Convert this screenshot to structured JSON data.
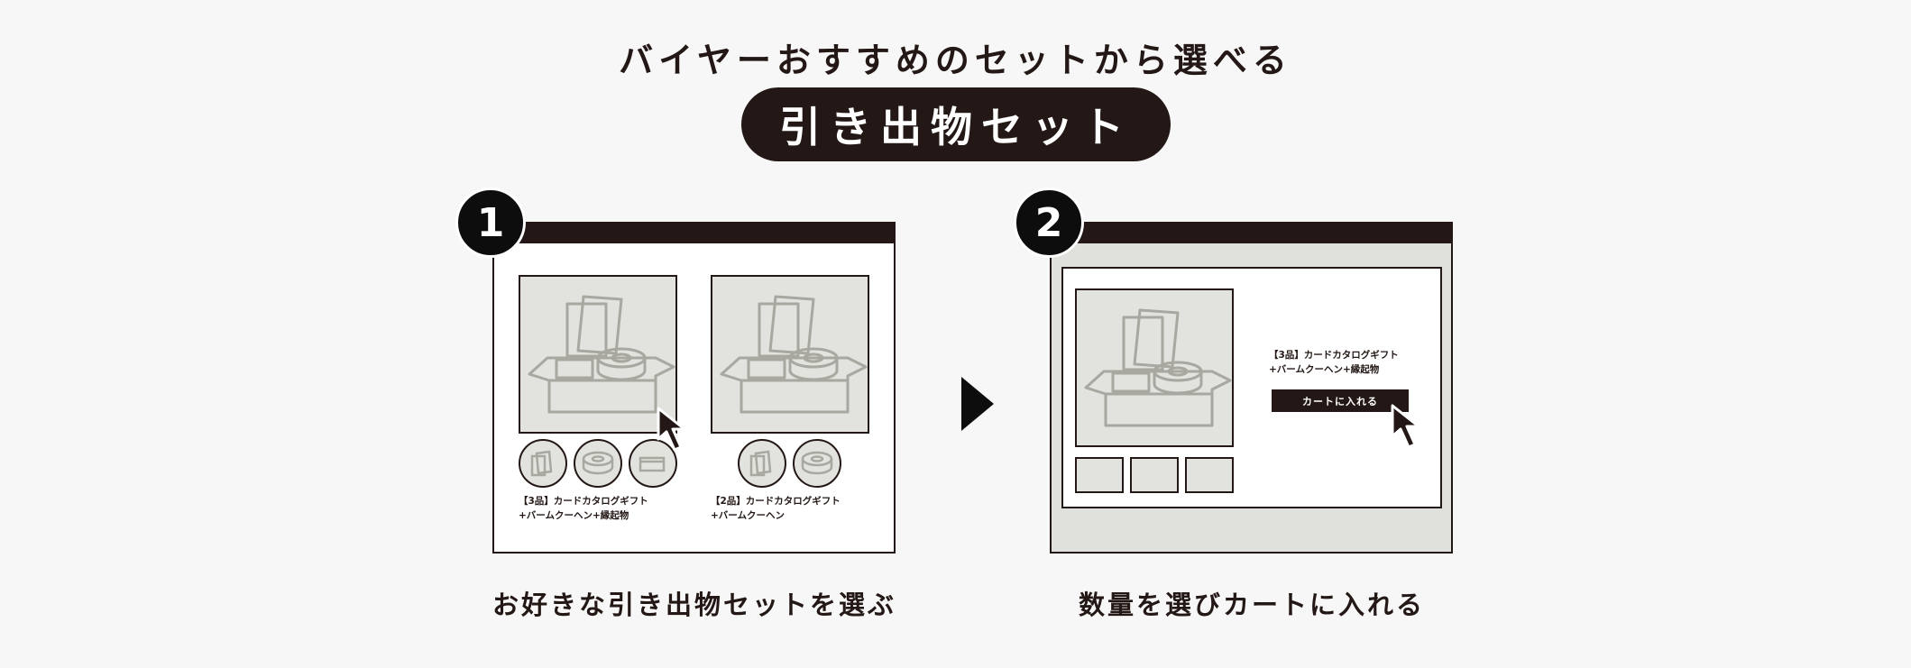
{
  "header": {
    "headline": "バイヤーおすすめのセットから選べる",
    "pill_label": "引き出物セット"
  },
  "steps": [
    {
      "number": "1",
      "caption": "お好きな引き出物セットを選ぶ",
      "products": [
        {
          "line1": "【3品】カードカタログギフト",
          "line2": "+バームクーヘン+縁起物"
        },
        {
          "line1": "【2品】カードカタログギフト",
          "line2": "+バームクーヘン"
        }
      ]
    },
    {
      "number": "2",
      "caption": "数量を選びカートに入れる",
      "product": {
        "line1": "【3品】カードカタログギフト",
        "line2": "+バームクーヘン+縁起物"
      },
      "cart_button": "カートに入れる"
    }
  ],
  "icons": {
    "cursor": "cursor-arrow-icon",
    "next": "play-triangle-icon",
    "gift_box": "gift-box-icon",
    "card": "card-icon",
    "cake": "baumkuchen-icon",
    "item": "box-item-icon"
  },
  "colors": {
    "dark": "#231815",
    "placeholder": "#e2e2df",
    "line": "#a8a8a0",
    "background": "#f7f7f7"
  }
}
